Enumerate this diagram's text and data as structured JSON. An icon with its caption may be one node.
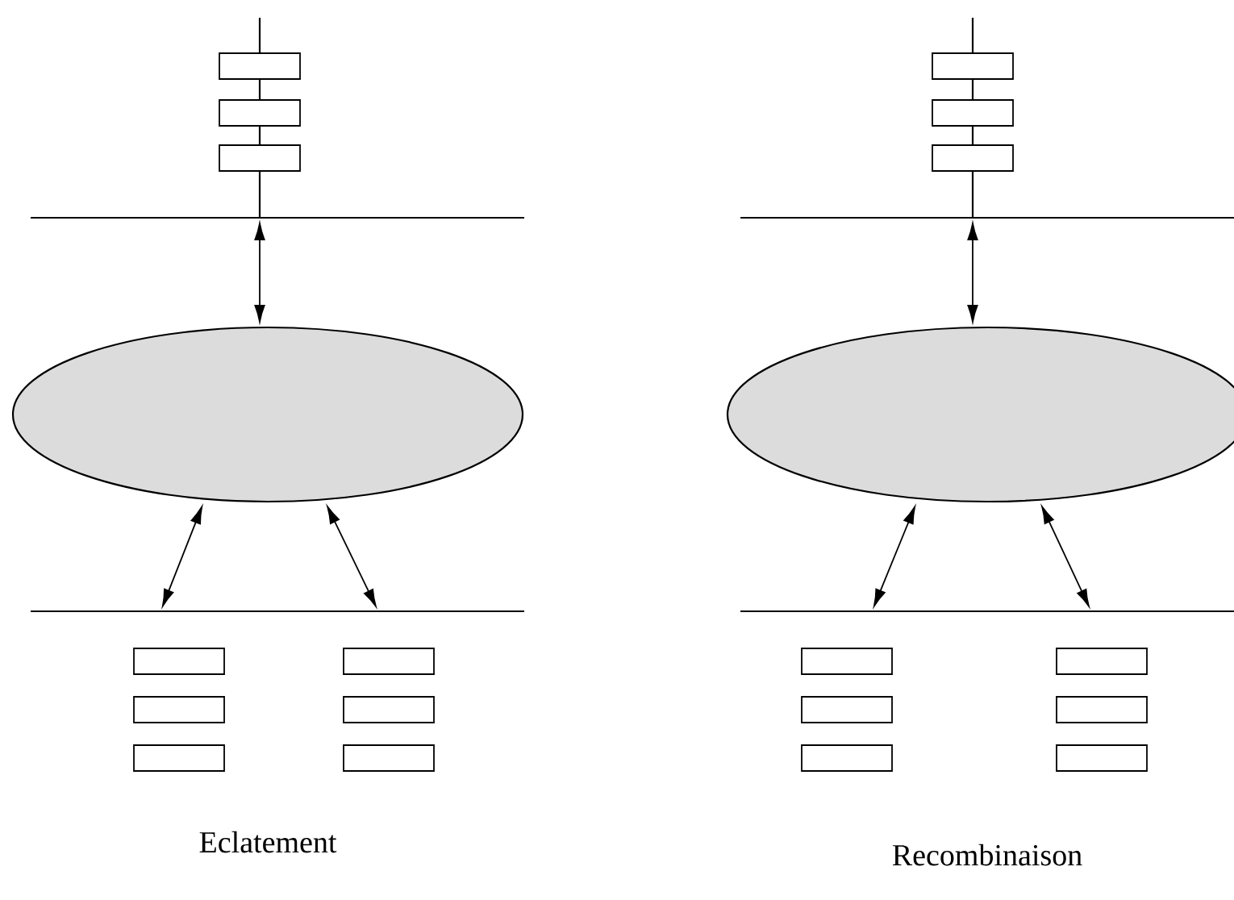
{
  "diagram": {
    "nodes": [
      {
        "text": [],
        "shape": "bar"
      },
      {
        "text": [],
        "shape": "ellipse"
      },
      {
        "text": [],
        "shape": "bar"
      },
      {
        "text": [],
        "shape": "bar"
      },
      {
        "text": [],
        "shape": "ellipse"
      },
      {
        "text": [],
        "shape": "bar"
      }
    ],
    "edges": [
      {
        "from": 0,
        "to": 1,
        "arrow": "both"
      },
      {
        "from": 1,
        "to": 2,
        "arrow": "both"
      },
      {
        "from": 1,
        "to": 2,
        "arrow": "both"
      },
      {
        "from": 3,
        "to": 4,
        "arrow": "both"
      },
      {
        "from": 4,
        "to": 5,
        "arrow": "both"
      },
      {
        "from": 4,
        "to": 5,
        "arrow": "both"
      }
    ],
    "labels": [
      "Eclatement",
      "Recombinaison"
    ]
  }
}
